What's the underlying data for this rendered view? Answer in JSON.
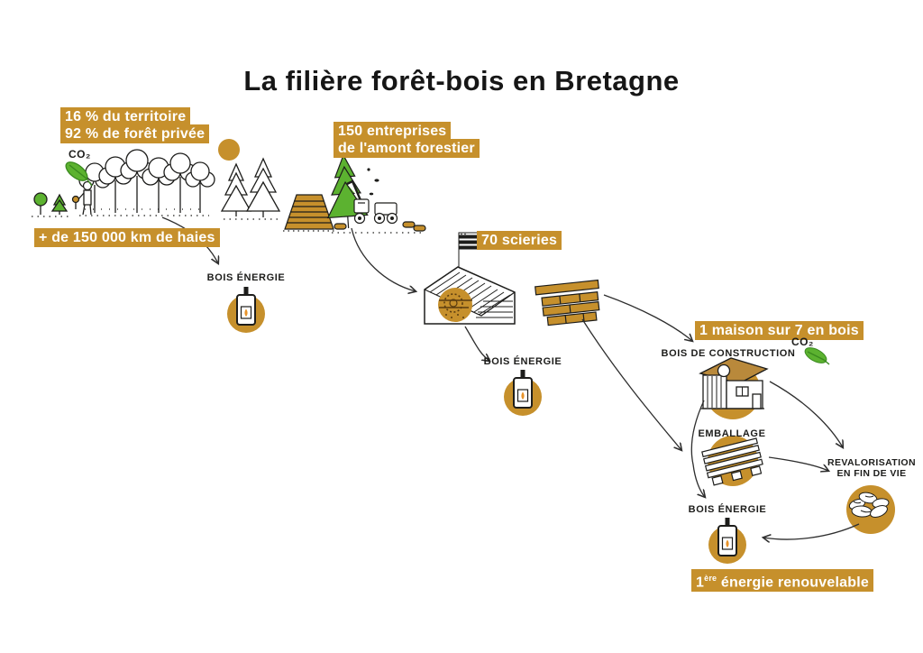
{
  "title": "La filière forêt-bois en Bretagne",
  "colors": {
    "gold": "#C6902C",
    "green": "#5CB230",
    "ink": "#1D1D1B",
    "flame": "#E8932A"
  },
  "badges": {
    "territory_line1": "16 % du territoire",
    "territory_line2": "92 % de forêt privée",
    "hedges": "+ de 150 000 km de haies",
    "companies_line1": "150 entreprises",
    "companies_line2": "de l'amont forestier",
    "sawmills": "70 scieries",
    "houses": "1 maison sur 7 en bois",
    "energy": {
      "num": "1",
      "sup": "ère",
      "rest": " énergie renouvelable"
    }
  },
  "labels": {
    "co2": "CO₂",
    "bois_energie": "BOIS ÉNERGIE",
    "bois_construction": "BOIS DE CONSTRUCTION",
    "emballage": "EMBALLAGE",
    "revalorisation_line1": "REVALORISATION",
    "revalorisation_line2": "EN FIN DE VIE"
  }
}
